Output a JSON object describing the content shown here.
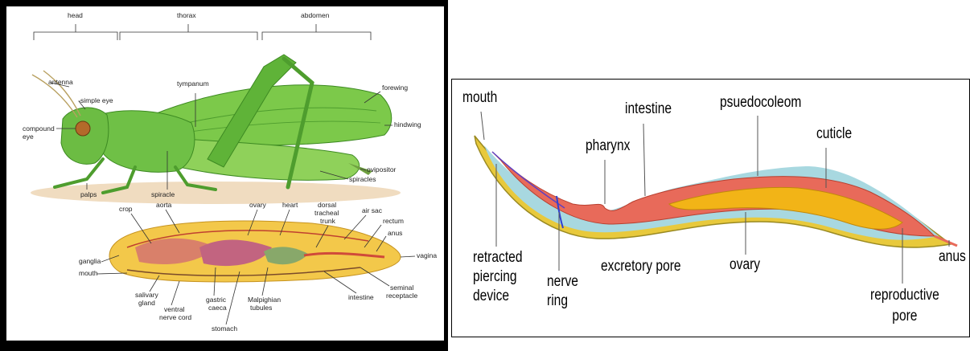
{
  "grasshopper": {
    "regions": [
      "head",
      "thorax",
      "abdomen"
    ],
    "external_labels": {
      "antenna": "antenna",
      "simple_eye": "simple eye",
      "compound_eye": "compound eye",
      "tympanum": "tympanum",
      "forewing": "forewing",
      "hindwing": "hindwing",
      "ovipositor": "ovipositor",
      "spiracles": "spiracles",
      "palps": "palps",
      "spiracle": "spiracle"
    },
    "internal_labels": {
      "crop": "crop",
      "aorta": "aorta",
      "ovary": "ovary",
      "heart": "heart",
      "dorsal_tracheal_trunk": "dorsal tracheal trunk",
      "air_sac": "air sac",
      "rectum": "rectum",
      "anus": "anus",
      "vagina": "vagina",
      "ganglia": "ganglia",
      "mouth": "mouth",
      "salivary_gland": "salivary gland",
      "ventral_nerve_cord": "ventral nerve cord",
      "gastric_caeca": "gastric caeca",
      "stomach": "stomach",
      "malpighian_tubules": "Malpighian tubules",
      "intestine": "intestine",
      "seminal_receptacle": "seminal receptacle"
    }
  },
  "worm": {
    "top_labels": {
      "mouth": "mouth",
      "intestine": "intestine",
      "pharynx": "pharynx",
      "psuedocoleom": "psuedocoleom",
      "cuticle": "cuticle"
    },
    "bottom_labels": {
      "retracted_piercing_device": "retracted piercing device",
      "nerve_ring": "nerve ring",
      "excretory_pore": "excretory pore",
      "ovary": "ovary",
      "reproductive_pore": "reproductive pore",
      "anus": "anus"
    }
  },
  "colors": {
    "grasshopper_green": "#5cb83a",
    "worm_outer": "#e8c93c",
    "worm_cavity": "#a8d8e0",
    "worm_gut": "#e86a5a",
    "worm_ovary": "#f2b417"
  }
}
